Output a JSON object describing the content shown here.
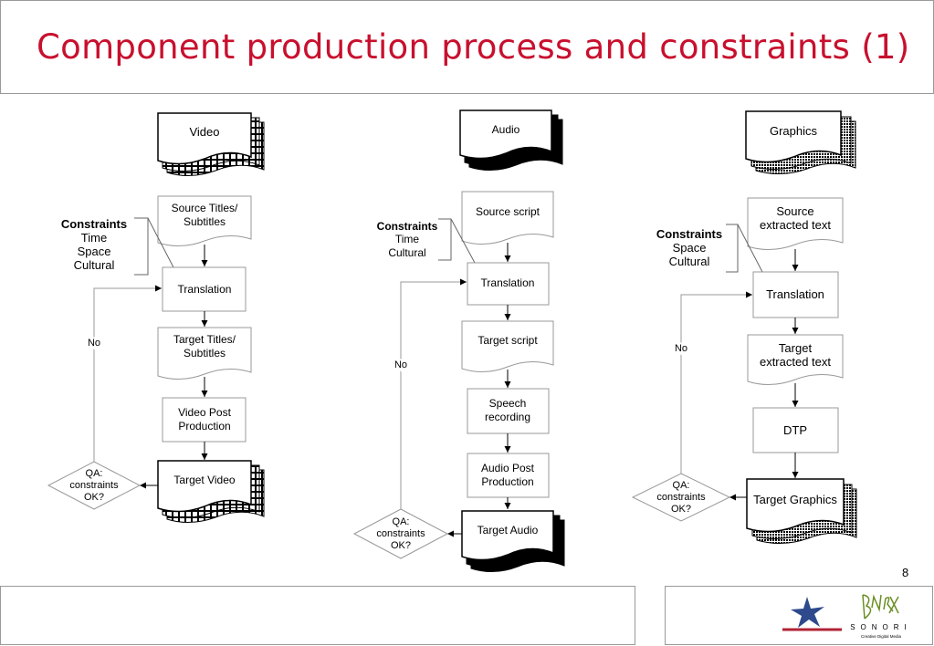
{
  "slide": {
    "title": "Component production process and constraints (1)",
    "page_number": "8"
  },
  "logo": {
    "brand_text": "SONORI",
    "tagline": "Creative Digital Media"
  },
  "video": {
    "header": "Video",
    "source": [
      "Source Titles/",
      "Subtitles"
    ],
    "constraints_title": "Constraints",
    "constraints": [
      "Time",
      "Space",
      "Cultural"
    ],
    "translation": "Translation",
    "target": [
      "Target Titles/",
      "Subtitles"
    ],
    "post": [
      "Video Post",
      "Production"
    ],
    "final": "Target Video",
    "qa": [
      "QA:",
      "constraints",
      "OK?"
    ],
    "no": "No"
  },
  "audio": {
    "header": "Audio",
    "source": "Source script",
    "constraints_title": "Constraints",
    "constraints": [
      "Time",
      "Cultural"
    ],
    "translation": "Translation",
    "target": "Target script",
    "speech": [
      "Speech",
      "recording"
    ],
    "post": [
      "Audio Post",
      "Production"
    ],
    "final": "Target Audio",
    "qa": [
      "QA:",
      "constraints",
      "OK?"
    ],
    "no": "No"
  },
  "graphics": {
    "header": "Graphics",
    "source": [
      "Source",
      "extracted text"
    ],
    "constraints_title": "Constraints",
    "constraints": [
      "Space",
      "Cultural"
    ],
    "translation": "Translation",
    "target": [
      "Target",
      "extracted text"
    ],
    "dtp": "DTP",
    "final": "Target Graphics",
    "qa": [
      "QA:",
      "constraints",
      "OK?"
    ],
    "no": "No"
  }
}
